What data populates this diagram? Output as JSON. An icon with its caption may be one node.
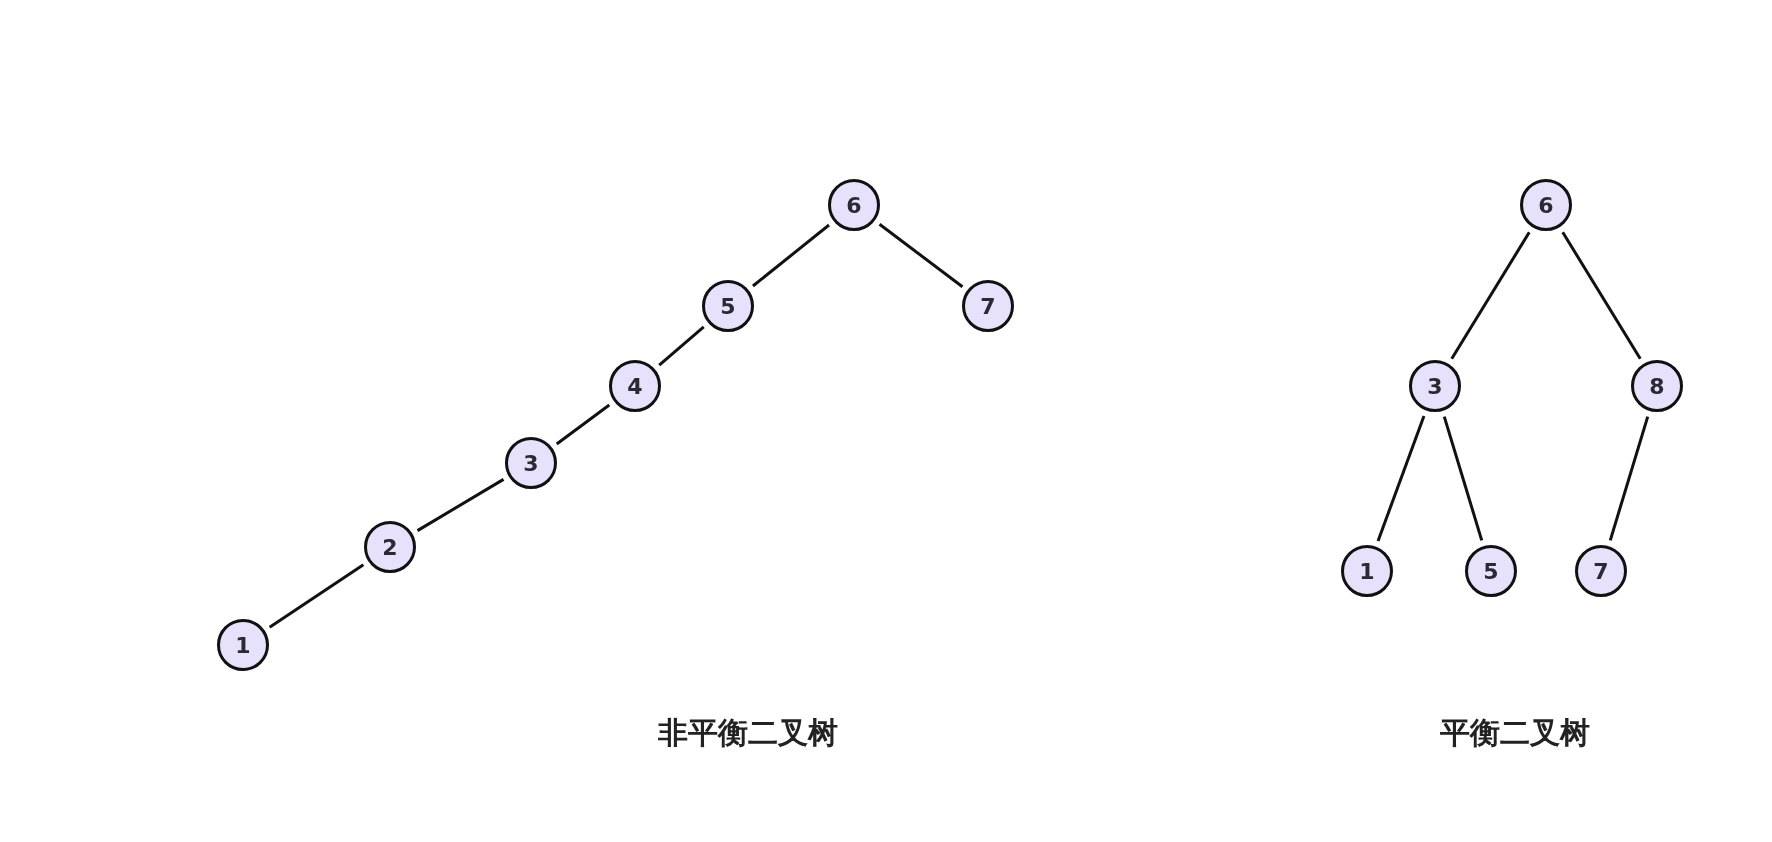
{
  "diagram": {
    "nodes": [
      {
        "text": [
          "6"
        ]
      },
      {
        "text": [
          "5"
        ]
      },
      {
        "text": [
          "7"
        ]
      },
      {
        "text": [
          "4"
        ]
      },
      {
        "text": [
          "3"
        ]
      },
      {
        "text": [
          "2"
        ]
      },
      {
        "text": [
          "1"
        ]
      },
      {
        "text": [
          "6"
        ]
      },
      {
        "text": [
          "3"
        ]
      },
      {
        "text": [
          "8"
        ]
      },
      {
        "text": [
          "1"
        ]
      },
      {
        "text": [
          "5"
        ]
      },
      {
        "text": [
          "7"
        ]
      }
    ],
    "edges": [
      {
        "from": 0,
        "to": 1,
        "arrow": "none"
      },
      {
        "from": 0,
        "to": 2,
        "arrow": "none"
      },
      {
        "from": 1,
        "to": 3,
        "arrow": "none"
      },
      {
        "from": 3,
        "to": 4,
        "arrow": "none"
      },
      {
        "from": 4,
        "to": 5,
        "arrow": "none"
      },
      {
        "from": 5,
        "to": 6,
        "arrow": "none"
      },
      {
        "from": 7,
        "to": 8,
        "arrow": "none"
      },
      {
        "from": 7,
        "to": 9,
        "arrow": "none"
      },
      {
        "from": 8,
        "to": 10,
        "arrow": "none"
      },
      {
        "from": 8,
        "to": 11,
        "arrow": "none"
      },
      {
        "from": 9,
        "to": 12,
        "arrow": "none"
      }
    ],
    "labels": [
      "非平衡二叉树",
      "平衡二叉树"
    ]
  }
}
